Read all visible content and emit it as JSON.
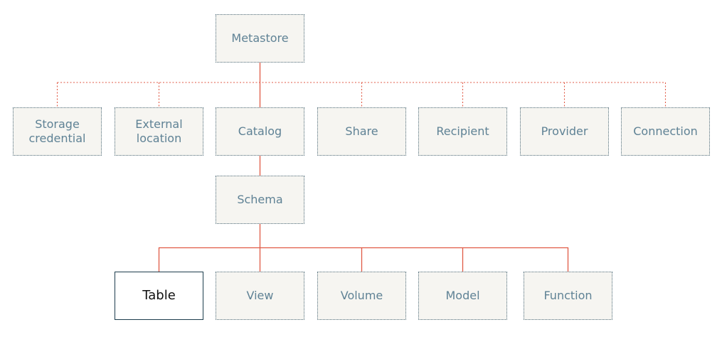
{
  "colors": {
    "connector": "#e05a45",
    "node_fill": "#f6f5f1",
    "node_border": "#4d6a78",
    "node_text": "#5f8295",
    "selected_border": "#1d3d4d",
    "selected_text": "#111111"
  },
  "diagram": {
    "metastore": "Metastore",
    "storage_credential": "Storage\ncredential",
    "external_location": "External\nlocation",
    "catalog": "Catalog",
    "share": "Share",
    "recipient": "Recipient",
    "provider": "Provider",
    "connection": "Connection",
    "schema": "Schema",
    "table": "Table",
    "view": "View",
    "volume": "Volume",
    "model": "Model",
    "function": "Function"
  }
}
